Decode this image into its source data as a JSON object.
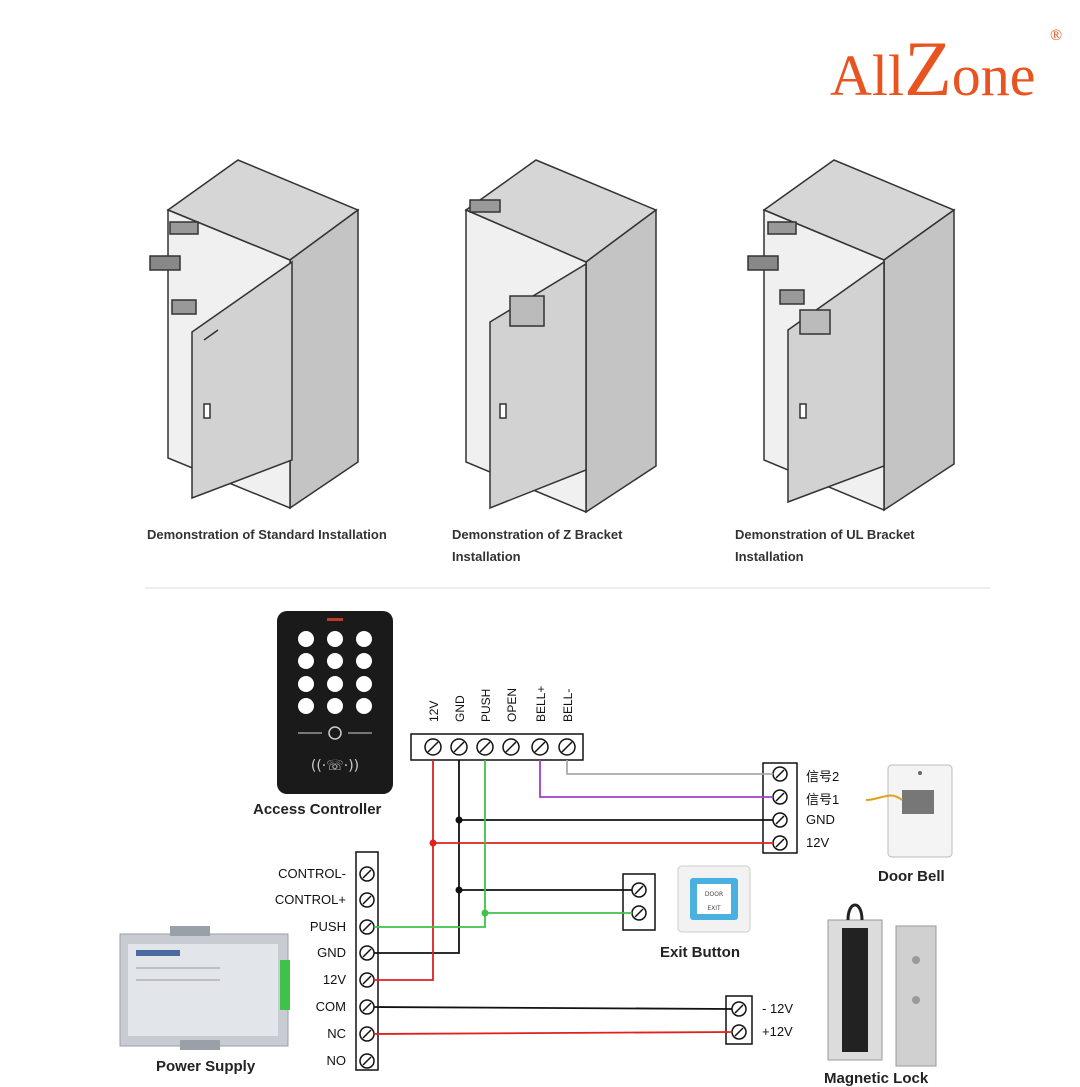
{
  "logo": {
    "prefix": "All",
    "z": "Z",
    "suffix": "one",
    "reg": "®",
    "color": "#e8531f"
  },
  "captions": [
    "Demonstration of Standard Installation",
    "Demonstration of Z Bracket Installation",
    "Demonstration of UL Bracket Installation"
  ],
  "devices": {
    "access_controller": "Access Controller",
    "door_bell": "Door Bell",
    "exit_button": "Exit Button",
    "power_supply": "Power Supply",
    "magnetic_lock": "Magnetic Lock"
  },
  "controller_terminals": [
    "12V",
    "GND",
    "PUSH",
    "OPEN",
    "BELL+",
    "BELL-"
  ],
  "doorbell_terminals": [
    "信号2",
    "信号1",
    "GND",
    "12V"
  ],
  "power_terminals": [
    "CONTROL-",
    "CONTROL+",
    "PUSH",
    "GND",
    "12V",
    "COM",
    "NC",
    "NO"
  ],
  "lock_terminals": [
    "- 12V",
    "+12V"
  ],
  "wire_colors": {
    "red": "#e0201c",
    "black": "#111111",
    "green": "#3ec34a",
    "purple": "#a23ccf",
    "gray": "#aaaaaa"
  }
}
